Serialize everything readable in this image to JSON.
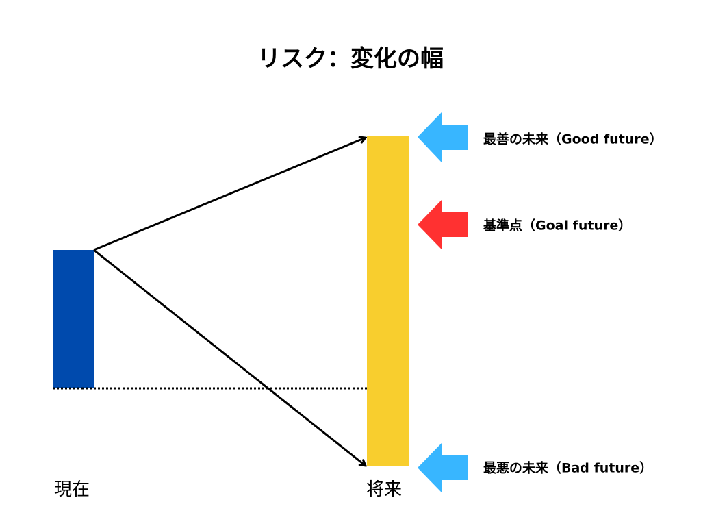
{
  "title": "リスク：変化の幅",
  "labels": {
    "present": "現在",
    "future": "将来",
    "best": "最善の未来（Good future）",
    "goal": "基準点（Goal future）",
    "worst": "最悪の未来（Bad future）"
  },
  "colors": {
    "present_bar": "#004aad",
    "future_bar": "#f8ce2e",
    "best_arrow": "#38b6ff",
    "goal_arrow": "#ff3131",
    "worst_arrow": "#38b6ff"
  }
}
